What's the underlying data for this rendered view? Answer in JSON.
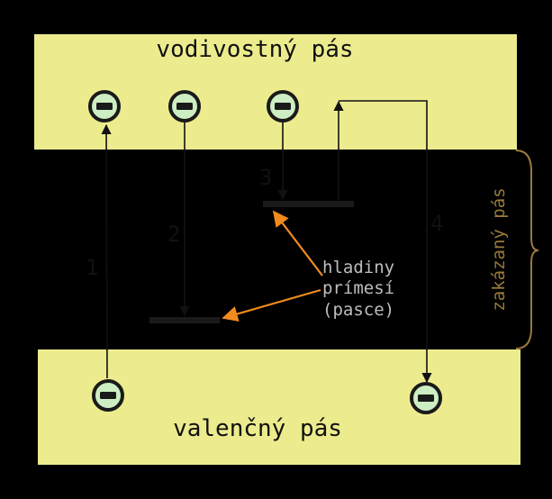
{
  "bands": {
    "conduction_label": "vodivostný pás",
    "valence_label": "valenčný pás",
    "gap_label": "zakázaný pás"
  },
  "transitions": {
    "t1": "1",
    "t2": "2",
    "t3": "3",
    "t4": "4"
  },
  "annotation": {
    "line1": "hladiny",
    "line2": "prímesí",
    "line3": "(pasce)"
  },
  "electron_symbol": "−",
  "colors": {
    "background": "#000000",
    "band_fill": "#ecec8e",
    "electron_fill": "#cdeec3",
    "electron_stroke": "#1a1a1a",
    "line": "#111111",
    "gap_label": "#9a7a3c",
    "arrow_orange": "#f28b1e",
    "annotation_text": "#bdbdbd"
  }
}
